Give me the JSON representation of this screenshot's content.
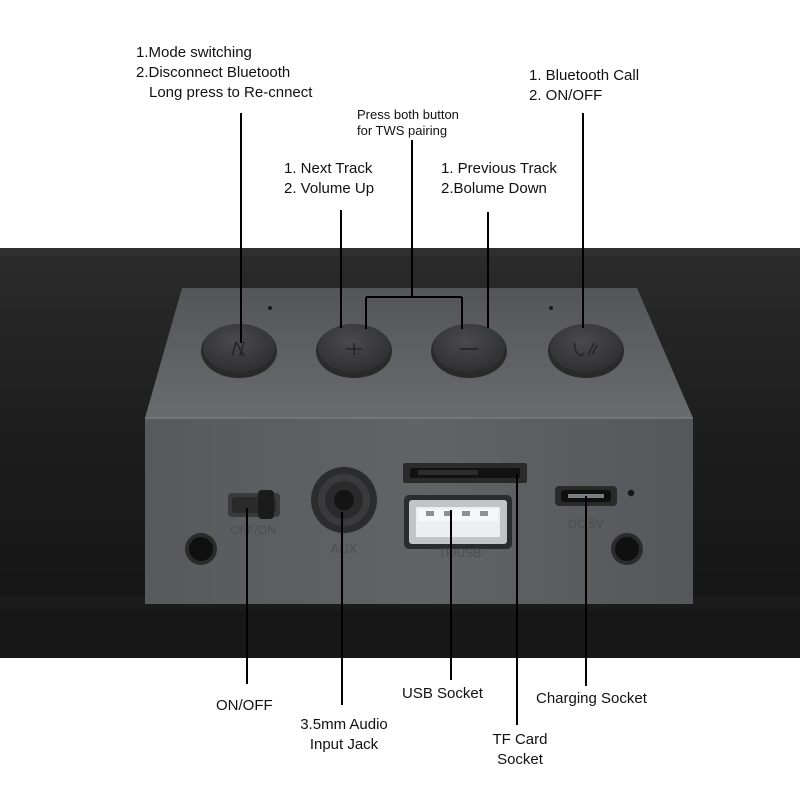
{
  "labels": {
    "mode": [
      "1.Mode switching",
      "2.Disconnect Bluetooth",
      "Long press to Re-cnnect"
    ],
    "tws": [
      "Press both button",
      "for TWS pairing"
    ],
    "bt_call": [
      "1. Bluetooth Call",
      "2. ON/OFF"
    ],
    "next": [
      "1. Next Track",
      "2. Volume Up"
    ],
    "prev": [
      "1. Previous Track",
      "2.Bolume Down"
    ],
    "onoff": [
      "ON/OFF"
    ],
    "aux": [
      "3.5mm Audio",
      "Input Jack"
    ],
    "usb": [
      "USB Socket"
    ],
    "tf": [
      "TF Card",
      "Socket"
    ],
    "charging": [
      "Charging Socket"
    ]
  },
  "panel_marks": {
    "switch": "OFF/ON",
    "aux": "AUX",
    "usb": "TF/USB",
    "dc": "DC 5V"
  },
  "button_icons": [
    "mode-icon",
    "plus-icon",
    "minus-icon",
    "phone-icon"
  ],
  "colors": {
    "speaker_body": "#1f1f1f",
    "panel": "#5b5c5f",
    "button": "#3a3a3c",
    "leader_line": "#000000"
  }
}
